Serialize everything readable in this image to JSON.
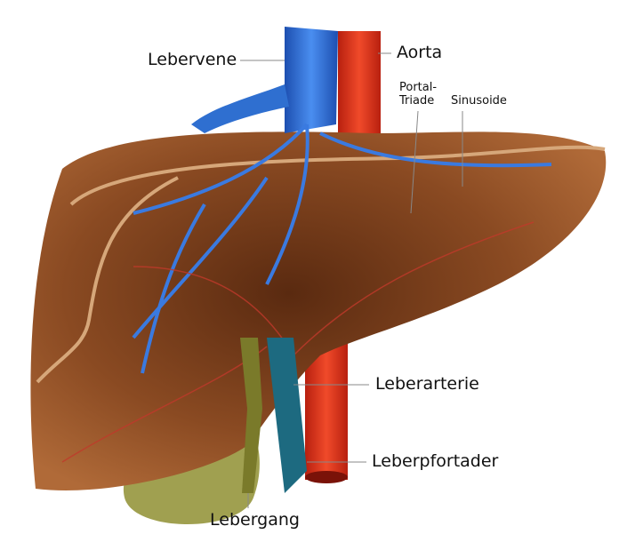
{
  "title": "Leber Anatomie",
  "labels": {
    "lebervene": "Lebervene",
    "aorta": "Aorta",
    "portal_triade_line1": "Portal-",
    "portal_triade_line2": "Triade",
    "sinusoide": "Sinusoide",
    "leberarterie": "Leberarterie",
    "leberpfortader": "Leberpfortader",
    "lebergang": "Lebergang"
  },
  "colors": {
    "liver": "#9a5a2e",
    "vein": "#2f6fd0",
    "aorta": "#e0321c",
    "portal_vein": "#1d5f78",
    "bile_duct": "#7a7a2a",
    "gallbladder": "#9a9a4a"
  }
}
